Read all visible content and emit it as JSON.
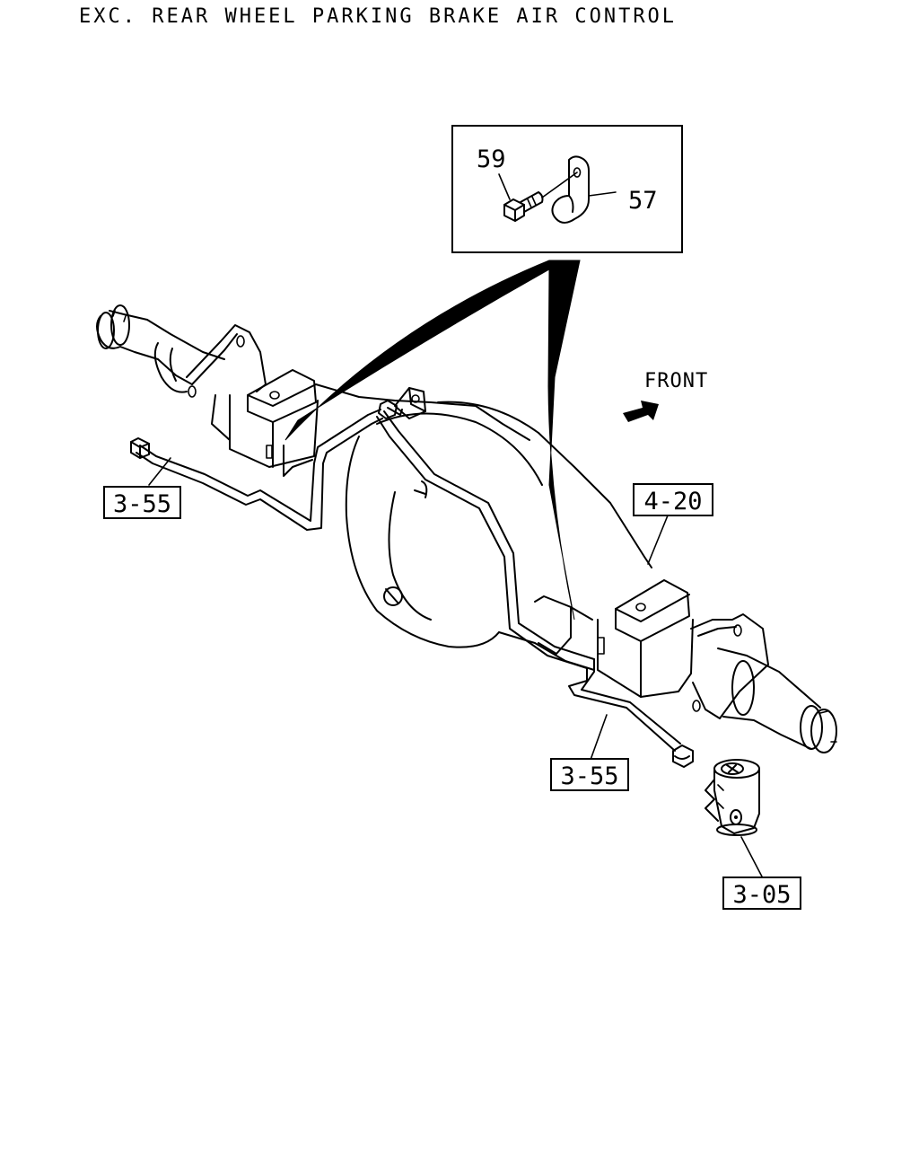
{
  "title": "EXC. REAR WHEEL PARKING BRAKE AIR CONTROL",
  "direction_label": "FRONT",
  "detail_callouts": [
    {
      "label": "59",
      "part": "bolt"
    },
    {
      "label": "57",
      "part": "clip"
    }
  ],
  "reference_labels": [
    {
      "label": "3-55",
      "part": "air-pipe-left"
    },
    {
      "label": "4-20",
      "part": "rear-axle-housing"
    },
    {
      "label": "3-55",
      "part": "air-pipe-right"
    },
    {
      "label": "3-05",
      "part": "air-chamber"
    }
  ]
}
